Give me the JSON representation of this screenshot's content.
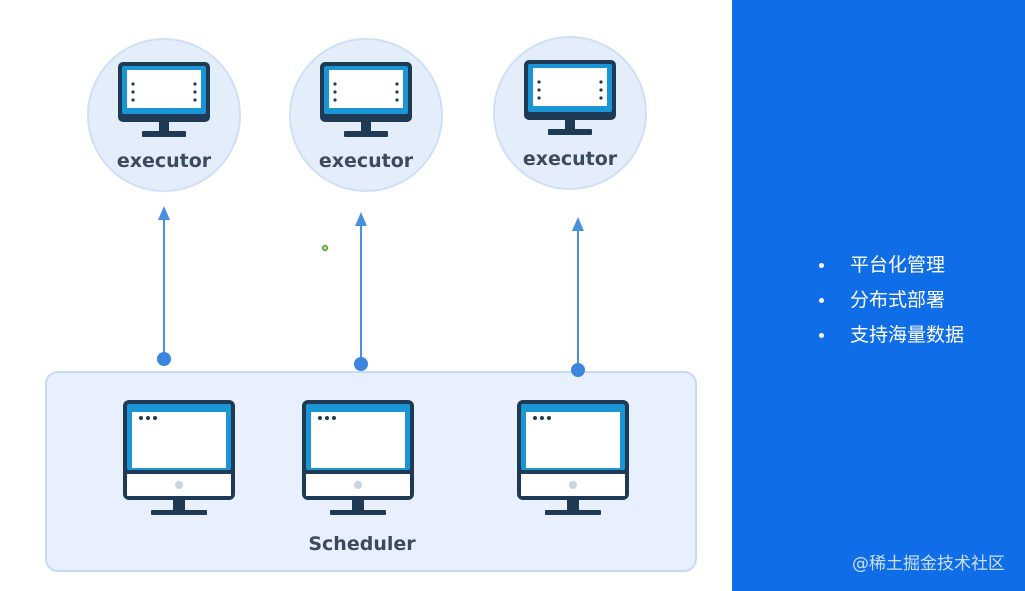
{
  "diagram": {
    "executors": [
      {
        "label": "executor"
      },
      {
        "label": "executor"
      },
      {
        "label": "executor"
      }
    ],
    "scheduler": {
      "label": "Scheduler"
    }
  },
  "panel": {
    "bullets": [
      "平台化管理",
      "分布式部署",
      "支持海量数据"
    ],
    "watermark": "@稀土掘金技术社区"
  },
  "colors": {
    "panel_bg": "#0f6de7",
    "arrow": "#4a8fe0",
    "executor_circle": "#e4eefb",
    "scheduler_box": "#e7f0fc",
    "monitor_blue": "#1a95d6",
    "monitor_dark": "#1f3a55"
  }
}
